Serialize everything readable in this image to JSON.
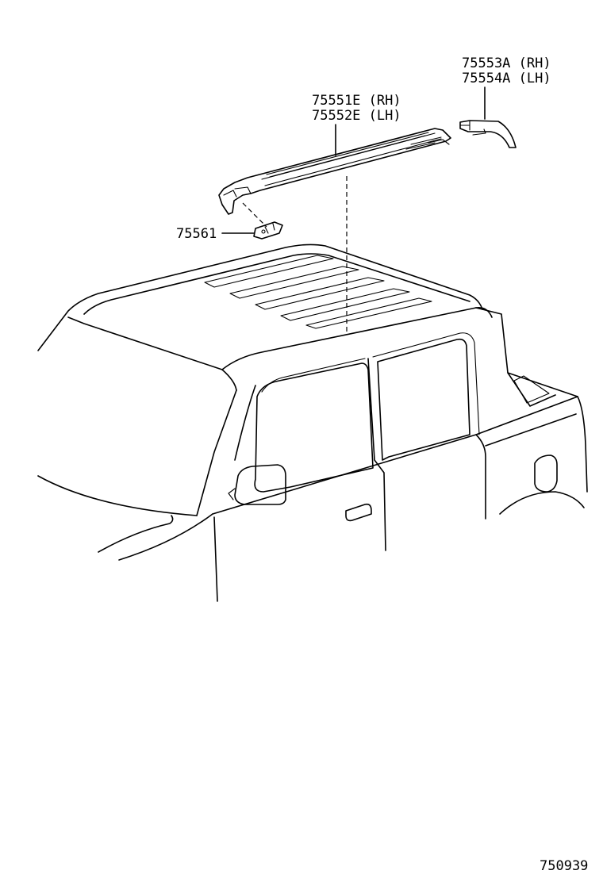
{
  "callouts": {
    "roof_molding_cap": {
      "rh": "75553A (RH)",
      "lh": "75554A (LH)"
    },
    "roof_drip_molding": {
      "rh": "75551E (RH)",
      "lh": "75552E (LH)"
    },
    "clip": "75561"
  },
  "diagram_code": "750939"
}
